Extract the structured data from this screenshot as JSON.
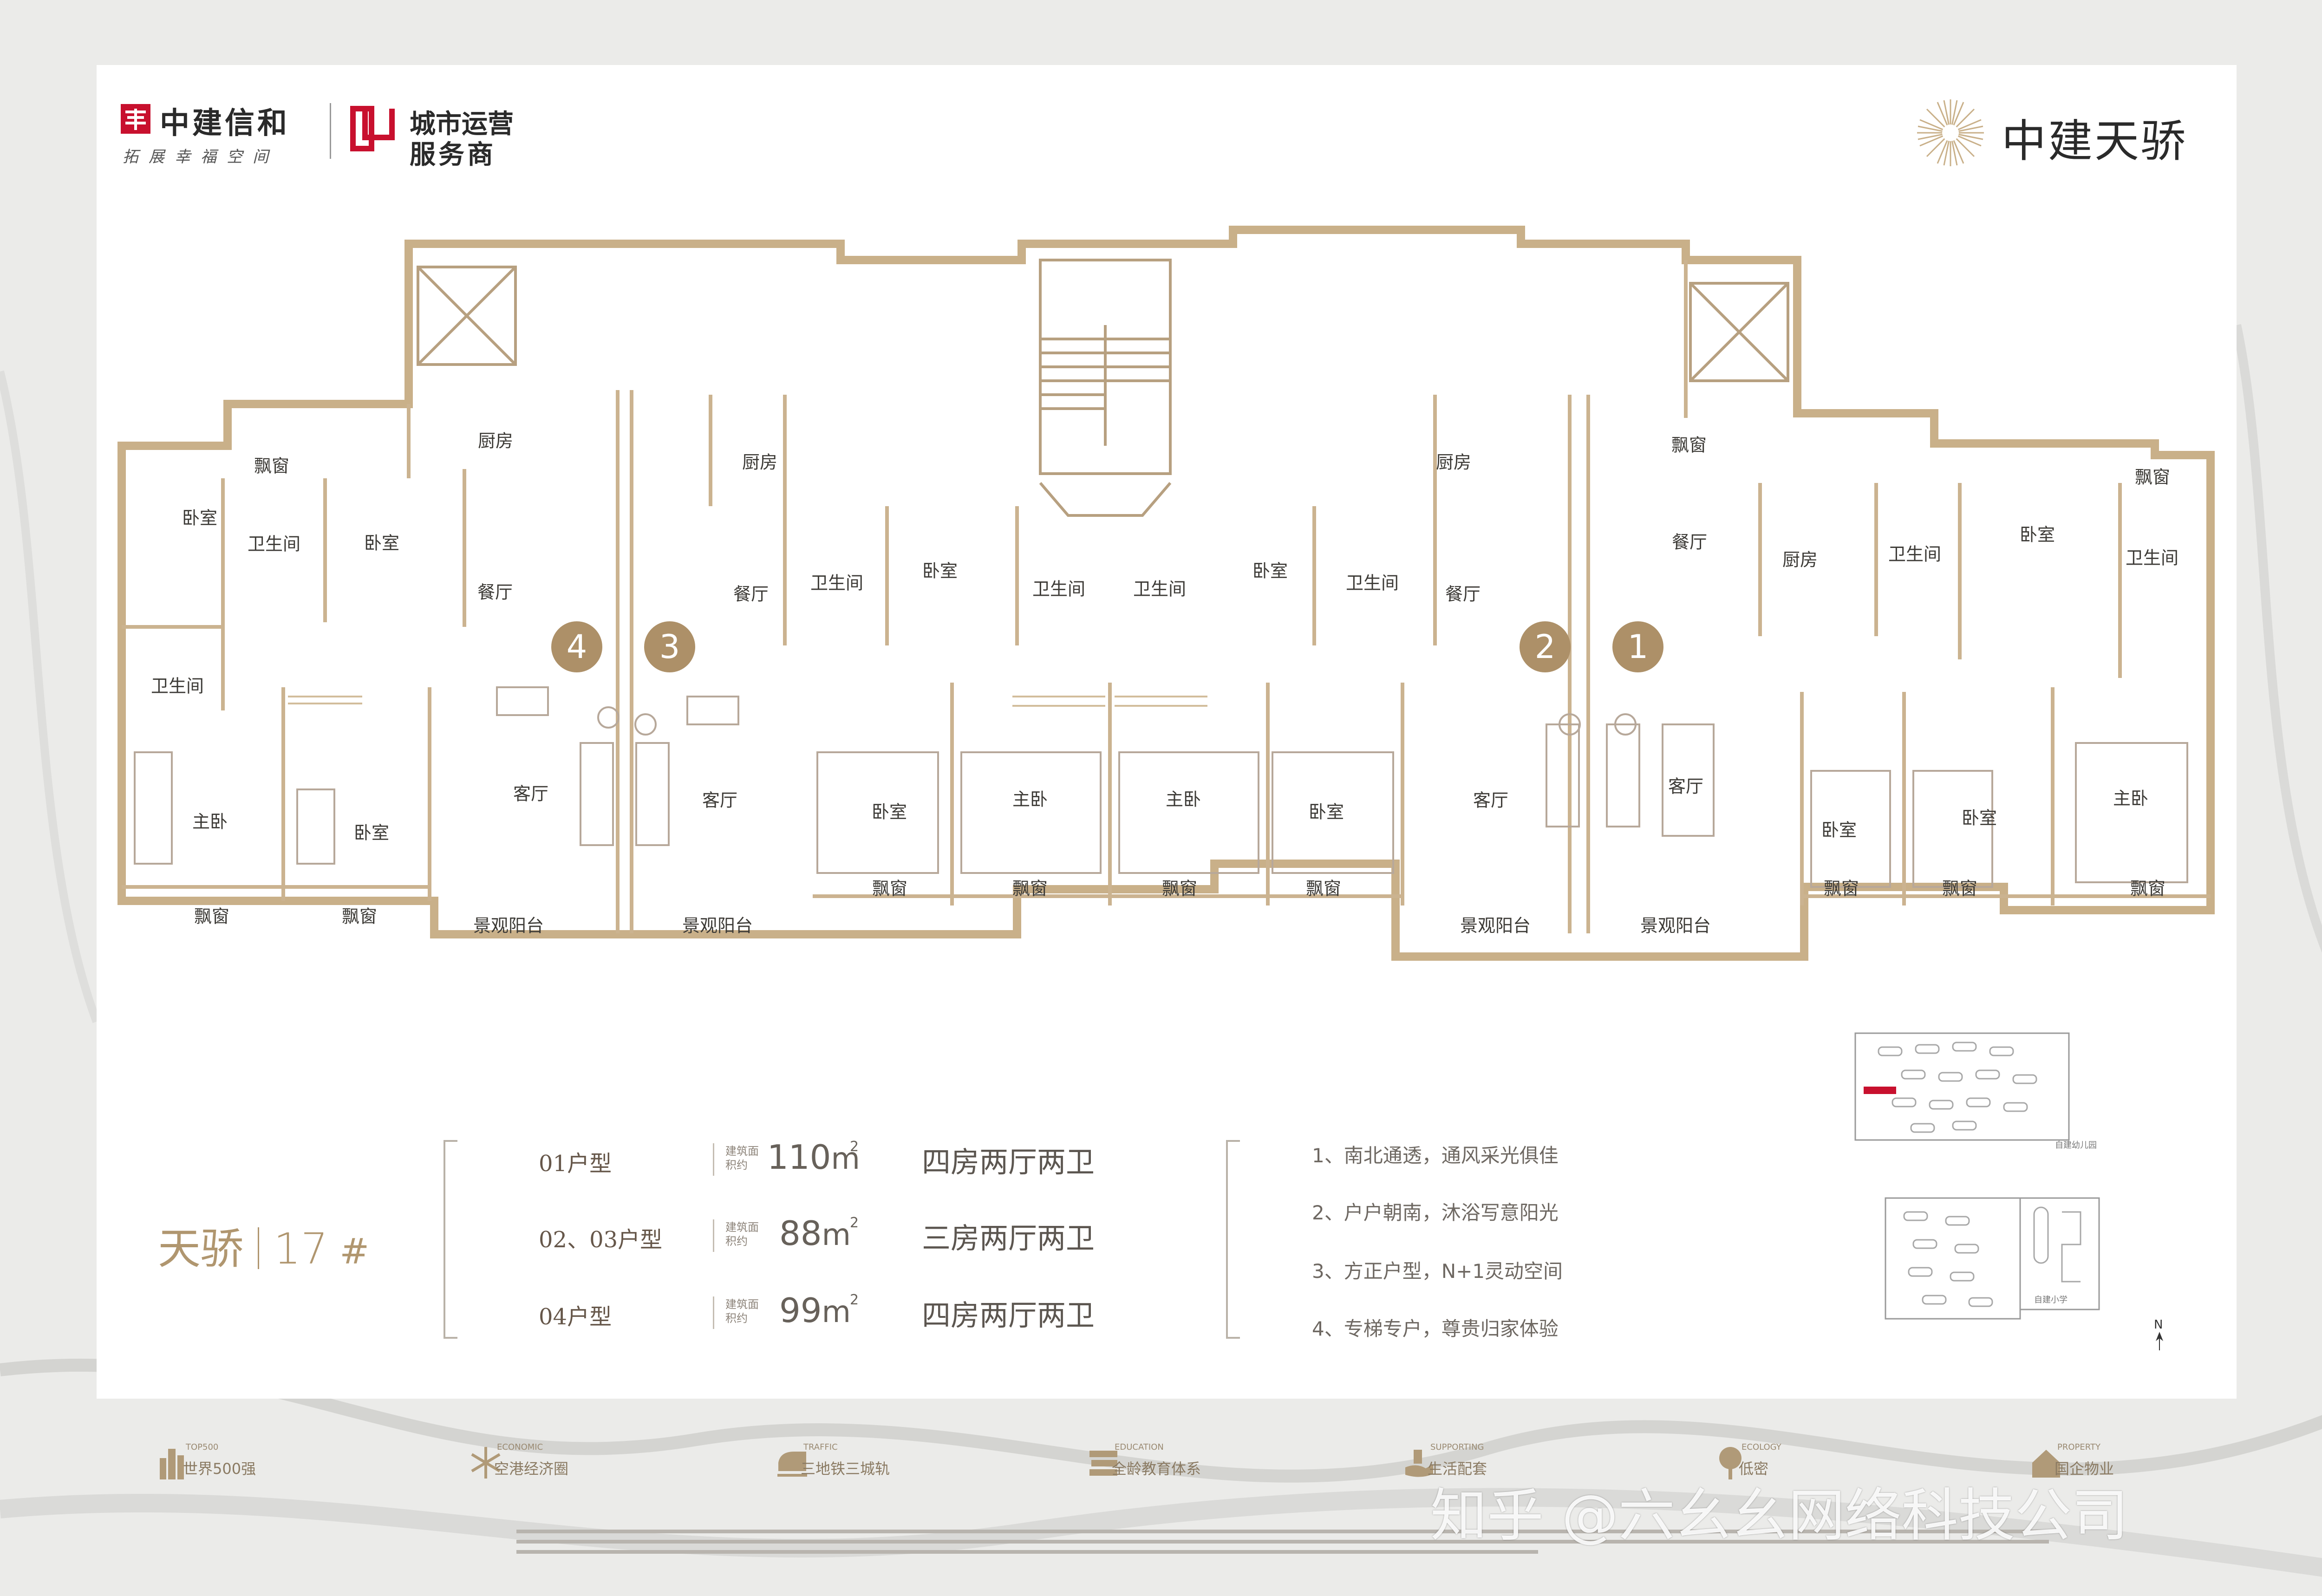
{
  "brand": {
    "company_name": "中建信和",
    "company_slogan": "拓展幸福空间",
    "service_line1": "城市运营",
    "service_line2": "服务商",
    "project_logo_text": "中建天骄"
  },
  "floorplan": {
    "rooms": {
      "wo": "卧室",
      "zhuwo": "主卧",
      "weisheng": "卫生间",
      "chufang": "厨房",
      "canting": "餐厅",
      "keting": "客厅",
      "piaochuang": "飘窗",
      "yangtai": "景观阳台"
    },
    "unit_numbers": [
      "4",
      "3",
      "2",
      "1"
    ]
  },
  "building": {
    "name": "天骄",
    "number": "17",
    "suffix": "#"
  },
  "specs": [
    {
      "type": "01户型",
      "label": "建筑面积约",
      "area": "110",
      "unit": "m",
      "sup": "2",
      "desc": "四房两厅两卫"
    },
    {
      "type": "02、03户型",
      "label": "建筑面积约",
      "area": "88",
      "unit": "m",
      "sup": "2",
      "desc": "三房两厅两卫"
    },
    {
      "type": "04户型",
      "label": "建筑面积约",
      "area": "99",
      "unit": "m",
      "sup": "2",
      "desc": "四房两厅两卫"
    }
  ],
  "features": [
    "1、南北通透，通风采光俱佳",
    "2、户户朝南，沐浴写意阳光",
    "3、方正户型，N+1灵动空间",
    "4、专梯专户，尊贵归家体验"
  ],
  "siteplan": {
    "kindergarten": "自建幼儿园",
    "school": "自建小学",
    "north": "N"
  },
  "footer": [
    {
      "small": "TOP500",
      "main": "世界500强",
      "icon": "building-icon"
    },
    {
      "small": "ECONOMIC",
      "main": "空港经济圈",
      "icon": "snowflake-icon"
    },
    {
      "small": "TRAFFIC",
      "main": "三地铁三城轨",
      "icon": "train-icon"
    },
    {
      "small": "EDUCATION",
      "main": "全龄教育体系",
      "icon": "book-icon"
    },
    {
      "small": "SUPPORTING",
      "main": "生活配套",
      "icon": "hand-icon"
    },
    {
      "small": "ECOLOGY",
      "main": "低密",
      "icon": "tree-icon"
    },
    {
      "small": "PROPERTY",
      "main": "国企物业",
      "icon": "key-icon"
    }
  ],
  "watermark": "知乎 @六幺幺网络科技公司",
  "colors": {
    "gold": "#b0966f",
    "red": "#c8102e",
    "wall": "#c9b089"
  }
}
